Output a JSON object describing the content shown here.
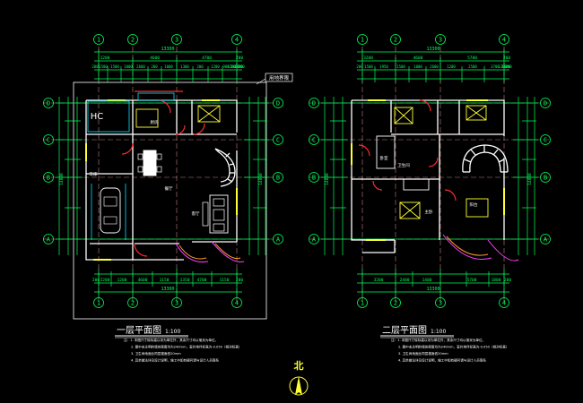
{
  "plans": [
    {
      "title": "一层平面图",
      "scale": "1:100",
      "axes_numbers": [
        "1",
        "2",
        "3",
        "4"
      ],
      "axes_letters": [
        "D",
        "C",
        "B",
        "A"
      ],
      "top_total": "13300",
      "top_dims": [
        "1200",
        "4600",
        "4700",
        "200"
      ],
      "top_sub_dims": [
        "200",
        "1500",
        "1500",
        "1000",
        "2600",
        "200",
        "1000",
        "1300",
        "200",
        "1200",
        "900",
        "1200",
        "2600",
        "1300",
        "200"
      ],
      "bottom_dims": [
        "200",
        "2200",
        "1200",
        "4600",
        "1150",
        "1350",
        "4700",
        "1150",
        "200"
      ],
      "bottom_total": "13300",
      "left_total": "14800",
      "right_total": "14800",
      "room_tags": [
        "HC",
        "厨房",
        "车库",
        "餐厅",
        "客厅"
      ],
      "callout": "用地界限",
      "notes": [
        "注：1. 本图尺寸除标高以米为单位外，其余尺寸均以毫米为单位。",
        "2. 图中未注明的墙体厚度均为240mm，室外地坪标高为-0.050（相对标高）",
        "3. 卫生间地面比同层楼面低20mm",
        "4. 其余做法详见设计说明，施工中如有疑问请与设计人员联系"
      ]
    },
    {
      "title": "二层平面图",
      "scale": "1:100",
      "axes_numbers": [
        "1",
        "2",
        "3",
        "4"
      ],
      "axes_letters": [
        "D",
        "C",
        "B",
        "A"
      ],
      "top_total": "13300",
      "top_dims": [
        "3200",
        "4600",
        "5700",
        "200"
      ],
      "top_sub_dims": [
        "200",
        "1500",
        "1950",
        "1500",
        "1000",
        "2600",
        "1200",
        "2500",
        "3700",
        "1200",
        "1500",
        "200"
      ],
      "bottom_dims": [
        "3200",
        "2400",
        "1400",
        "5700",
        "1800",
        "200"
      ],
      "bottom_total": "13300",
      "left_total": "14800",
      "right_total": "14800",
      "room_tags": [
        "卧室",
        "卫生间",
        "主卧",
        "阳台"
      ],
      "notes": [
        "注：1. 本图尺寸除标高以米为单位外，其余尺寸均以毫米为单位。",
        "2. 图中未注明的墙体厚度均为240mm，室外地坪标高为-0.050（相对标高）",
        "3. 卫生间地面比同层楼面低20mm",
        "4. 其余做法详见设计说明，施工中如有疑问请与设计人员联系"
      ]
    }
  ],
  "north_label": "北",
  "colors": {
    "background": "#000000",
    "dimension": "#00ff5a",
    "wall": "#ffffff",
    "fixture": "#ffff33",
    "door": "#ff2a2a",
    "annotation": "#00e5ff",
    "title": "#ff9a2a"
  }
}
